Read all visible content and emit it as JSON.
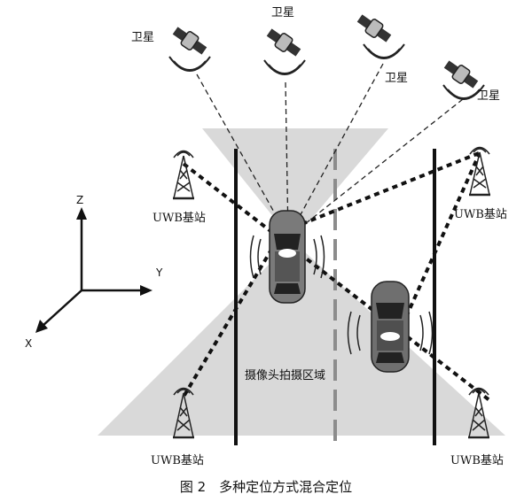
{
  "satellites": [
    {
      "label": "卫星",
      "icon": "satellite-icon"
    },
    {
      "label": "卫星",
      "icon": "satellite-icon"
    },
    {
      "label": "卫星",
      "icon": "satellite-icon"
    },
    {
      "label": "卫星",
      "icon": "satellite-icon"
    }
  ],
  "uwb_stations": [
    {
      "label": "UWB基站",
      "icon": "uwb-tower-icon"
    },
    {
      "label": "UWB基站",
      "icon": "uwb-tower-icon"
    },
    {
      "label": "UWB基站",
      "icon": "uwb-tower-icon"
    },
    {
      "label": "UWB基站",
      "icon": "uwb-tower-icon"
    }
  ],
  "axes": {
    "z": "Z",
    "y": "Y",
    "x": "X"
  },
  "camera_area_label": "摄像头拍摄区域",
  "caption": "图 2　多种定位方式混合定位",
  "colors": {
    "shade": "#d6d6d6",
    "car_body": "#7a7a7a",
    "line": "#111111",
    "lane_dash": "#8c8c8c"
  }
}
